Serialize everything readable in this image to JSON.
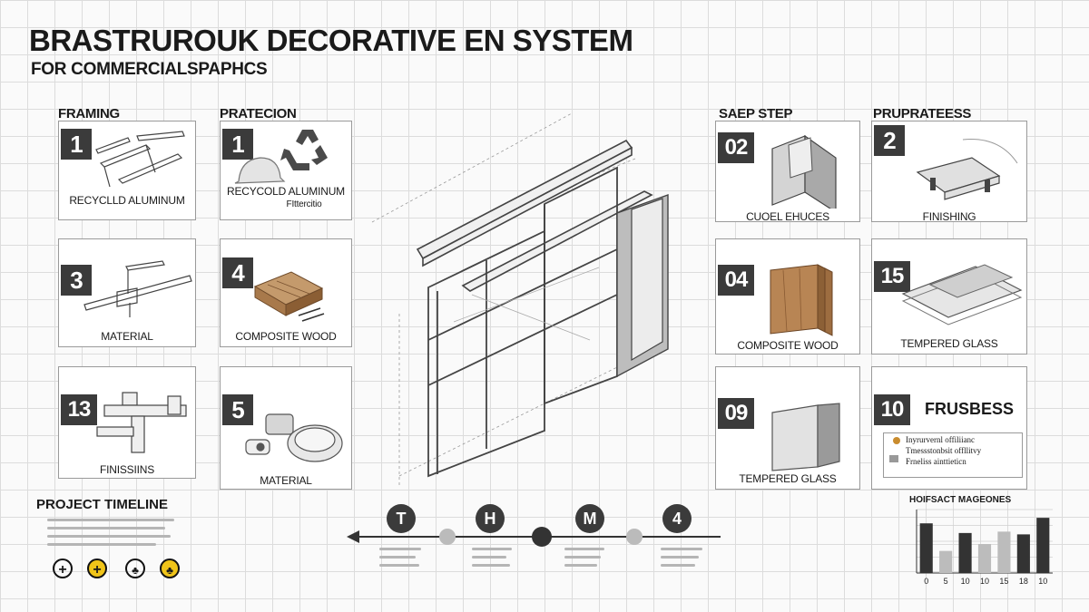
{
  "header": {
    "title": "BRASTRUROUK DECORATIVE EN SYSTEM",
    "subtitle": "FOR COMMERCIALSPAPHCS"
  },
  "sections": {
    "framing": "FRAMING",
    "pratecion": "PRATECION",
    "saep_step": "SAEP STEP",
    "pruprateess": "PRUPRATEESS"
  },
  "left_cards": [
    {
      "number": "1",
      "caption": "RECYCLLD ALUMINUM"
    },
    {
      "number": "1",
      "caption": "RECYCOLD ALUMINUM",
      "sub": "FIttercitio"
    },
    {
      "number": "3",
      "caption": "MATERIAL"
    },
    {
      "number": "4",
      "caption": "COMPOSITE WOOD"
    },
    {
      "number": "13",
      "caption": "FINISSIINS"
    },
    {
      "number": "5",
      "caption": "MATERIAL"
    }
  ],
  "right_cards": [
    {
      "number": "02",
      "caption": "CUOEL EHUCES"
    },
    {
      "number": "2",
      "caption": "FINISHING"
    },
    {
      "number": "04",
      "caption": "COMPOSITE WOOD"
    },
    {
      "number": "15",
      "caption": "TEMPERED GLASS"
    },
    {
      "number": "09",
      "caption": "TEMPERED GLASS"
    },
    {
      "number": "10",
      "caption": "FRUSBESS",
      "legend": [
        "Inyrurvernl offiliianc",
        "Tmessstonbsit offllitvy",
        "Frneliss ainttieticn"
      ]
    }
  ],
  "timeline": {
    "title": "PROJECT TIMELINE",
    "milestones": [
      "T",
      "H",
      "M",
      "4"
    ]
  },
  "chart_data": {
    "type": "bar",
    "title": "HOIFSACT MAGEONES",
    "categories": [
      "0",
      "5",
      "10",
      "10",
      "15",
      "18",
      "10"
    ],
    "values": [
      3.6,
      1.6,
      2.9,
      2.1,
      3.0,
      2.8,
      4.0
    ],
    "colors": [
      "#333333",
      "#bcbcbc",
      "#333333",
      "#bcbcbc",
      "#bcbcbc",
      "#333333",
      "#333333"
    ],
    "ylim": [
      0,
      4.6
    ],
    "grid": true
  }
}
